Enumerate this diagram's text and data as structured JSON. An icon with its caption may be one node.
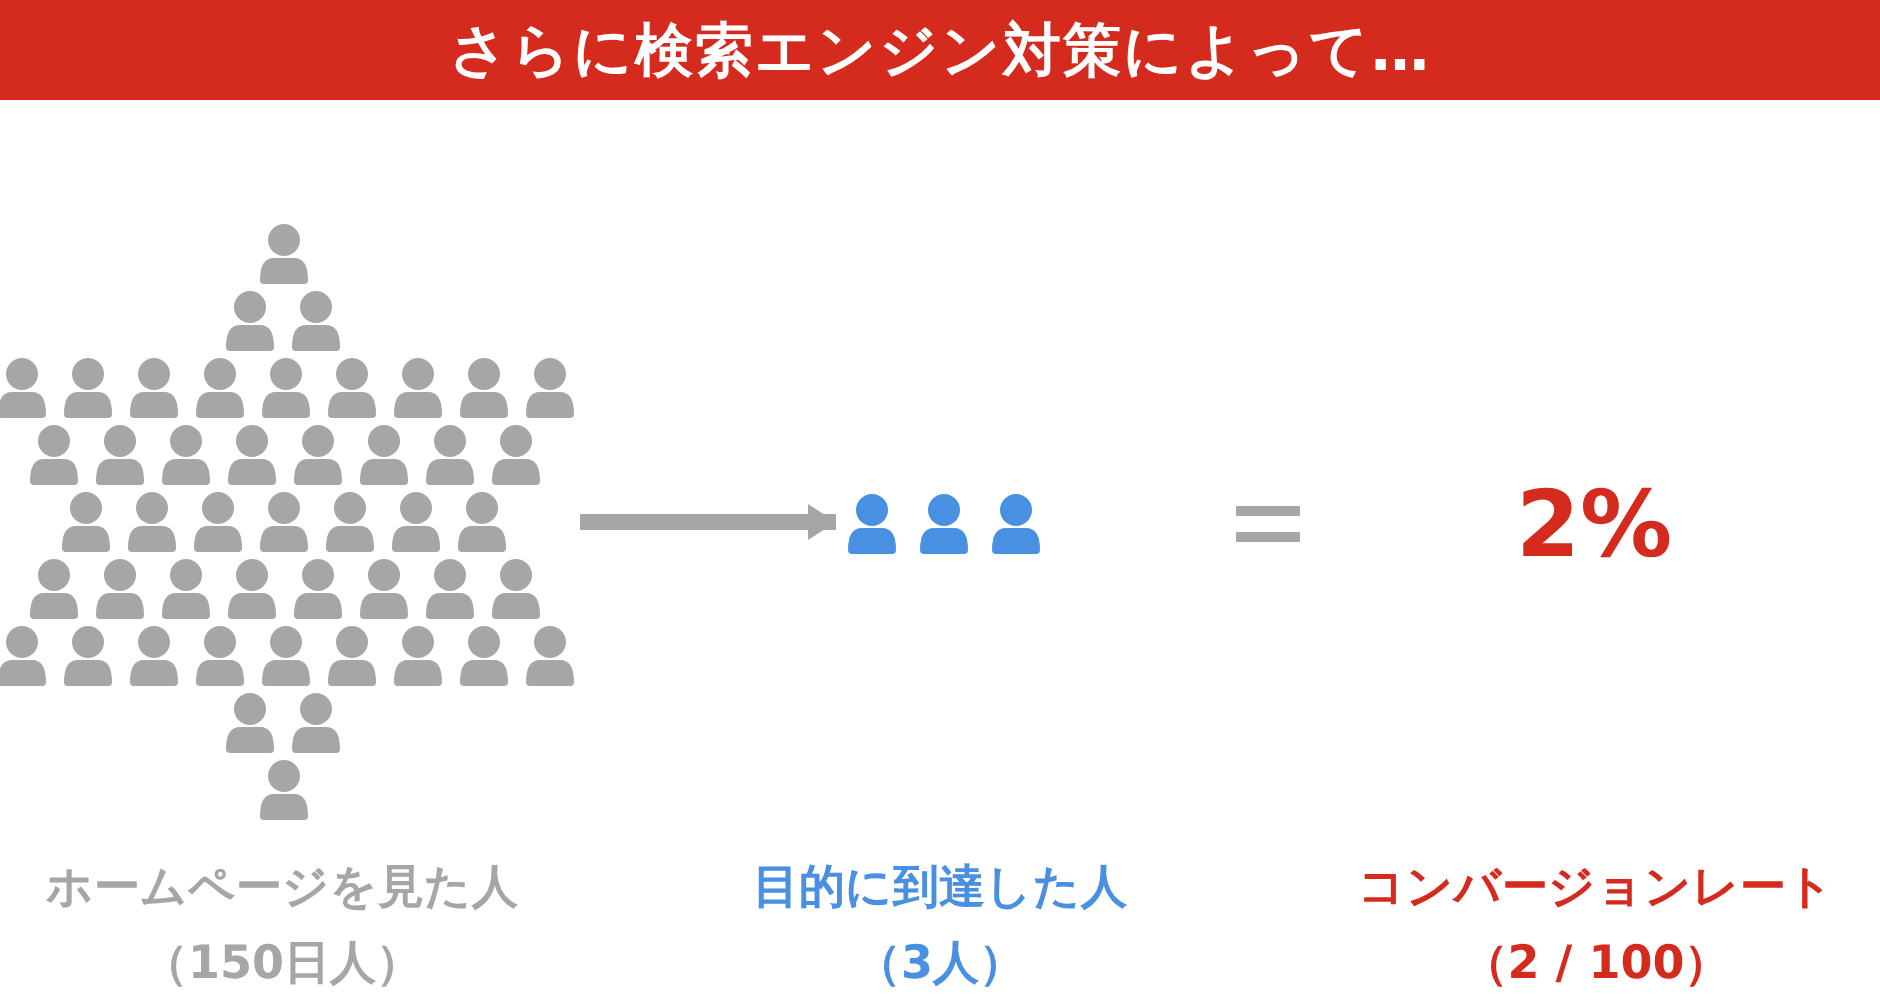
{
  "diagram": {
    "title": "さらに検索エンジン対策によって…",
    "nodes": [
      {
        "text": [],
        "shape": "person"
      },
      {
        "text": [],
        "shape": "person"
      }
    ],
    "edges": [
      {
        "from": 0,
        "to": 1,
        "arrow": "to"
      }
    ],
    "labels": [
      "2%",
      "ホームページを見た人",
      "目的に到達した人",
      "コンバージョンレート",
      "（150日人）",
      "（3人）",
      "（2 / 100）"
    ]
  }
}
